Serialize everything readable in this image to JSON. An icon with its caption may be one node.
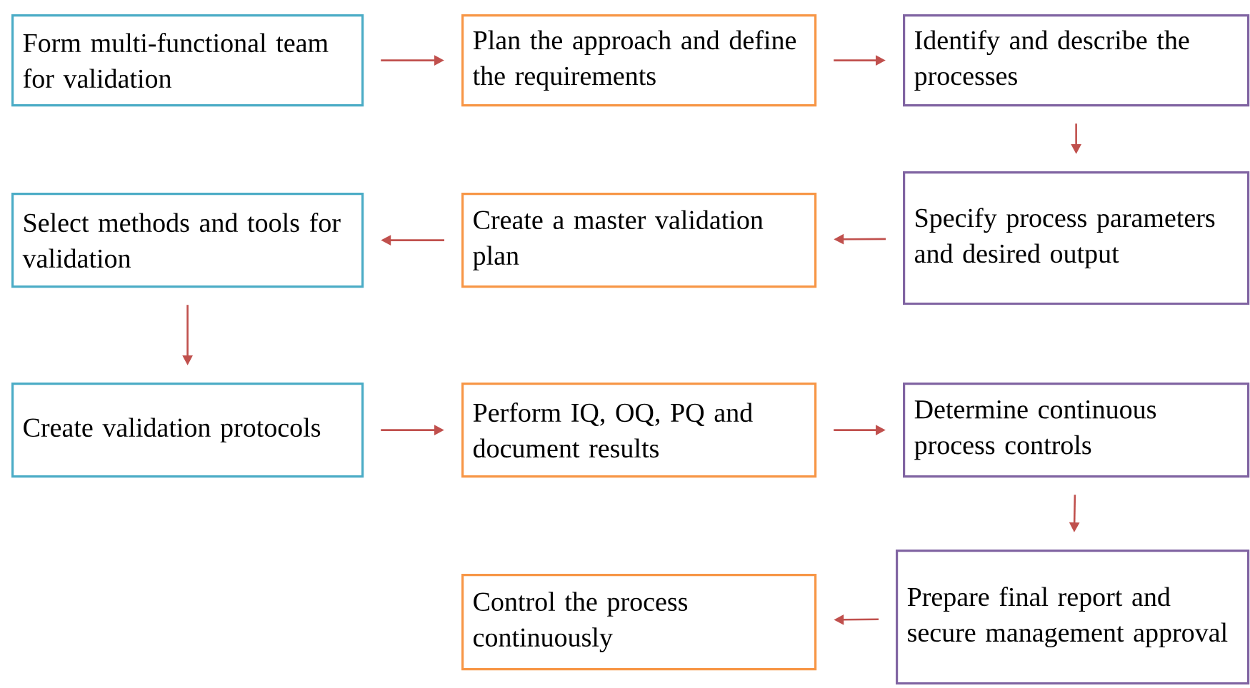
{
  "diagram": {
    "nodes": [
      {
        "text": [
          "Form multi-functional team for validation"
        ]
      },
      {
        "text": [
          "Plan the approach and define the requirements"
        ]
      },
      {
        "text": [
          "Identify and describe the processes"
        ]
      },
      {
        "text": [
          "Specify process parameters and desired output"
        ]
      },
      {
        "text": [
          "Create a master validation plan"
        ]
      },
      {
        "text": [
          "Select methods and tools for validation"
        ]
      },
      {
        "text": [
          "Create validation protocols"
        ]
      },
      {
        "text": [
          "Perform IQ, OQ, PQ and document results"
        ]
      },
      {
        "text": [
          "Determine continuous process controls"
        ]
      },
      {
        "text": [
          "Prepare final report and secure management approval"
        ]
      },
      {
        "text": [
          "Control the process continuously"
        ]
      }
    ],
    "edges": [
      {
        "from": 0,
        "to": 1,
        "arrow": "to"
      },
      {
        "from": 1,
        "to": 2,
        "arrow": "to"
      },
      {
        "from": 2,
        "to": 3,
        "arrow": "to"
      },
      {
        "from": 3,
        "to": 4,
        "arrow": "to"
      },
      {
        "from": 4,
        "to": 5,
        "arrow": "to"
      },
      {
        "from": 5,
        "to": 6,
        "arrow": "to"
      },
      {
        "from": 6,
        "to": 7,
        "arrow": "to"
      },
      {
        "from": 7,
        "to": 8,
        "arrow": "to"
      },
      {
        "from": 8,
        "to": 9,
        "arrow": "to"
      },
      {
        "from": 9,
        "to": 10,
        "arrow": "to"
      }
    ]
  }
}
